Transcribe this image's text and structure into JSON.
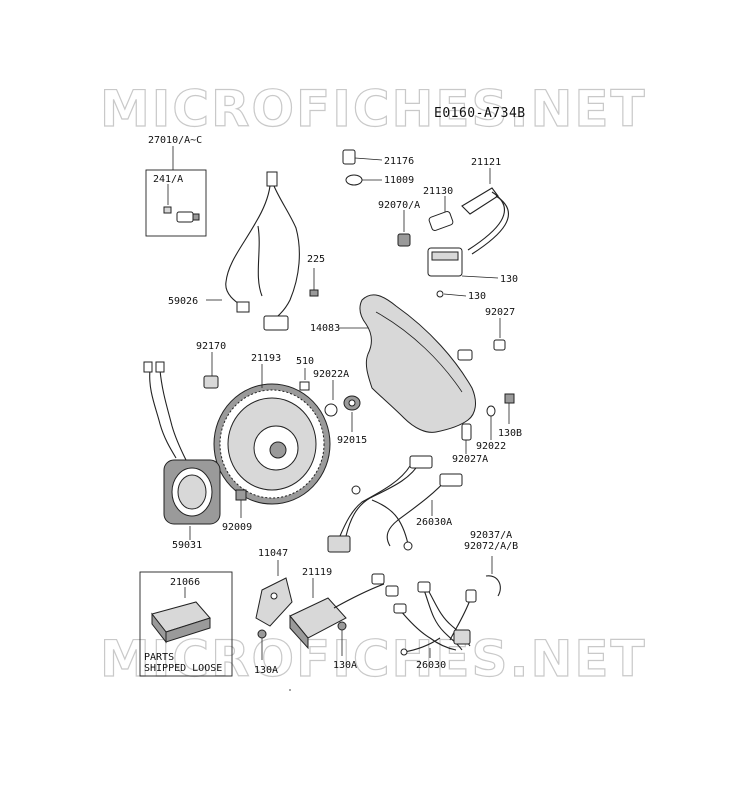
{
  "watermark": "MICROFICHES.NET",
  "diagram_code": "E0160-A734B",
  "notes": {
    "parts_line1": "PARTS",
    "parts_line2": "SHIPPED LOOSE"
  },
  "labels": {
    "p27010": "27010/A~C",
    "p241": "241/A",
    "p21176": "21176",
    "p11009": "11009",
    "p21121": "21121",
    "p21130": "21130",
    "p92070": "92070/A",
    "p225": "225",
    "p130a": "130",
    "p130b": "130",
    "p59026": "59026",
    "p14083": "14083",
    "p92027": "92027",
    "p92170": "92170",
    "p21193": "21193",
    "p510": "510",
    "p92022A": "92022A",
    "p92015": "92015",
    "p130B": "130B",
    "p92022": "92022",
    "p92027A": "92027A",
    "p26030A": "26030A",
    "p92009": "92009",
    "p92037": "92037/A",
    "p92072": "92072/A/B",
    "p59031": "59031",
    "p11047": "11047",
    "p21119": "21119",
    "p21066": "21066",
    "p26030": "26030",
    "p130A1": "130A",
    "p130A2": "130A"
  }
}
